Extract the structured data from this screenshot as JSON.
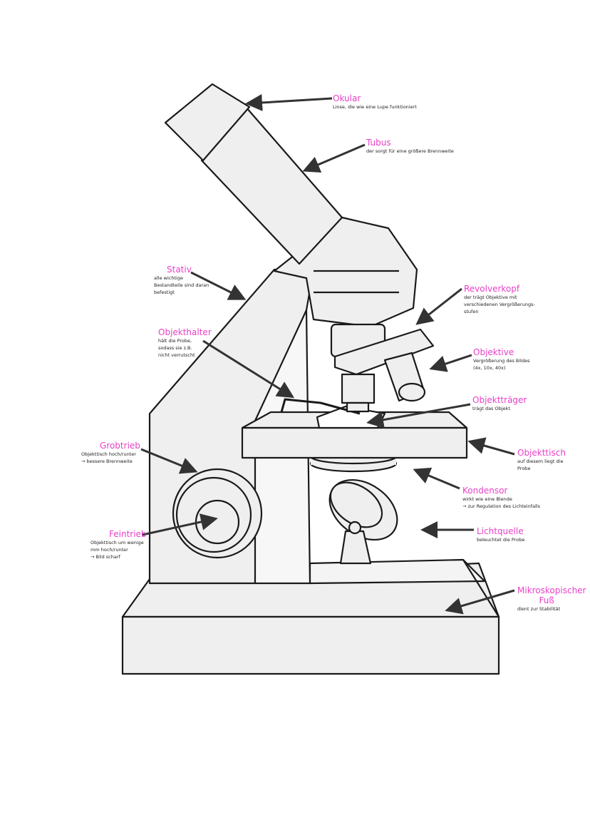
{
  "title": "Mikroskop",
  "labels": [
    {
      "id": "okular",
      "title": "Okular",
      "desc": "Linse, die wie eine Lupe funktioniert"
    },
    {
      "id": "tubus",
      "title": "Tubus",
      "desc": "der sorgt für eine größere Brennweite"
    },
    {
      "id": "stativ",
      "title": "Stativ",
      "desc": "alle wichtige\nBestandteile sind daran\nbefestigt"
    },
    {
      "id": "objekthalter",
      "title": "Objekthalter",
      "desc": "hält die Probe,\nsodass sie z.B.\nnicht verrutscht"
    },
    {
      "id": "revolverkopf",
      "title": "Revolverkopf",
      "desc": "der trägt Objektive mit\nverschiedenen Vergrößerungs-\nstufen"
    },
    {
      "id": "objektive",
      "title": "Objektive",
      "desc": "Vergrößerung des Bildes\n(4x, 10x, 40x)"
    },
    {
      "id": "objekttraeger",
      "title": "Objektträger",
      "desc": "trägt das Objekt"
    },
    {
      "id": "objekttisch",
      "title": "Objekttisch",
      "desc": "auf diesem liegt die\nProbe"
    },
    {
      "id": "kondensor",
      "title": "Kondensor",
      "desc": "wirkt wie eine Blende\n→ zur Regulation des Lichteinfalls"
    },
    {
      "id": "lichtquelle",
      "title": "Lichtquelle",
      "desc": "beleuchtet die Probe"
    },
    {
      "id": "fuss",
      "title": "Mikroskopischer\n        Fuß",
      "desc": "dient zur Stabilität"
    },
    {
      "id": "grobtrieb",
      "title": "Grobtrieb",
      "desc": "Objekttisch hoch/runter\n→ bessere Brennweite"
    },
    {
      "id": "feintrieb",
      "title": "Feintrieb",
      "desc": "Objekttisch um wenige\nmm hoch/runter\n→ Bild scharf"
    }
  ],
  "colors": {
    "label": "#e83fc8",
    "line": "#1a1a1a",
    "fill": "#efefef"
  }
}
